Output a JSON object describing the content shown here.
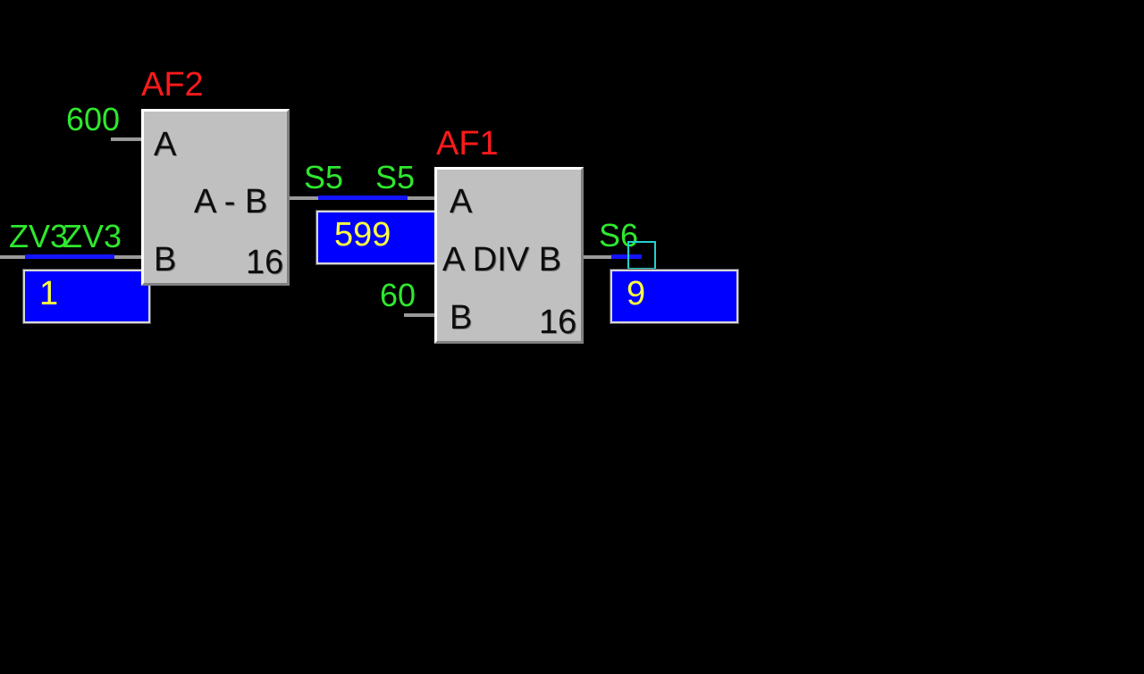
{
  "blocks": {
    "af2": {
      "name": "AF2",
      "input_a": "A",
      "input_b": "B",
      "operation": "A - B",
      "bits": "16",
      "const_a": "600",
      "var_b_1": "ZV3",
      "var_b_2": "ZV3",
      "value_b": "1"
    },
    "af1": {
      "name": "AF1",
      "input_a": "A",
      "input_b": "B",
      "operation": "A DIV B",
      "bits": "16",
      "var_a_out": "S5",
      "var_a_in": "S5",
      "value_a": "599",
      "const_b": "60",
      "output_var": "S6",
      "output_value": "9"
    }
  },
  "colors": {
    "background": "#000000",
    "label_green": "#2ee82e",
    "block_name_red": "#ff1a1a",
    "value_box_blue": "#0000ff",
    "value_text_yellow": "#ffff40",
    "block_gray": "#c0c0c0",
    "selection_cyan": "#22d0d0"
  }
}
